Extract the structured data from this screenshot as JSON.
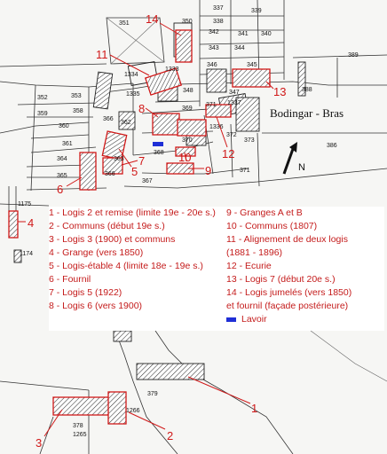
{
  "place_name": "Bodingar - Bras",
  "north_label": "N",
  "colors": {
    "highlight_red": "#d01818",
    "lavoir_blue": "#1f2fd6"
  },
  "parcels": {
    "p351": "351",
    "p350": "350",
    "p337": "337",
    "p338": "338",
    "p339": "339",
    "p342": "342",
    "p341": "341",
    "p340": "340",
    "p343": "343",
    "p344": "344",
    "p346": "346",
    "p345": "345",
    "p1334": "1334",
    "p1333": "1333",
    "p348": "348",
    "p347": "347",
    "p389": "389",
    "p388": "388",
    "p352": "352",
    "p353": "353",
    "p1335": "1335",
    "p359": "359",
    "p358": "358",
    "p366a": "366",
    "p362": "362",
    "p369": "369",
    "p371": "371",
    "p1337": "1337",
    "p1336": "1336",
    "p372": "372",
    "p360": "360",
    "p370": "370",
    "p373": "373",
    "p386": "386",
    "p361": "361",
    "p368": "368",
    "p364": "364",
    "p363": "363",
    "p365": "365",
    "p366b": "366",
    "p367": "367",
    "p371b": "371",
    "p1175": "1175",
    "p1174": "1174",
    "p379": "379",
    "p378": "378",
    "p1265": "1265",
    "p1266": "1266"
  },
  "callouts": {
    "c1": "1",
    "c2": "2",
    "c3": "3",
    "c4": "4",
    "c5": "5",
    "c6": "6",
    "c7": "7",
    "c8": "8",
    "c9": "9",
    "c10": "10",
    "c11": "11",
    "c12": "12",
    "c13": "13",
    "c14": "14"
  },
  "legend": {
    "left": [
      "1 - Logis 2 et remise (limite 19e - 20e s.)",
      "2 - Communs (début 19e s.)",
      "3 - Logis 3 (1900) et communs",
      "4 - Grange (vers 1850)",
      "5 - Logis-étable 4 (limite 18e - 19e s.)",
      "6 - Fournil",
      "7 - Logis 5 (1922)",
      "8 - Logis 6 (vers 1900)"
    ],
    "right": [
      "9 - Granges A et B",
      "10 - Communs (1807)",
      "11 - Alignement de deux logis",
      "(1881 - 1896)",
      "12 - Ecurie",
      "13 - Logis 7 (début 20e s.)",
      "14 - Logis jumelés (vers 1850)",
      "et fournil (façade postérieure)",
      "Lavoir"
    ]
  }
}
